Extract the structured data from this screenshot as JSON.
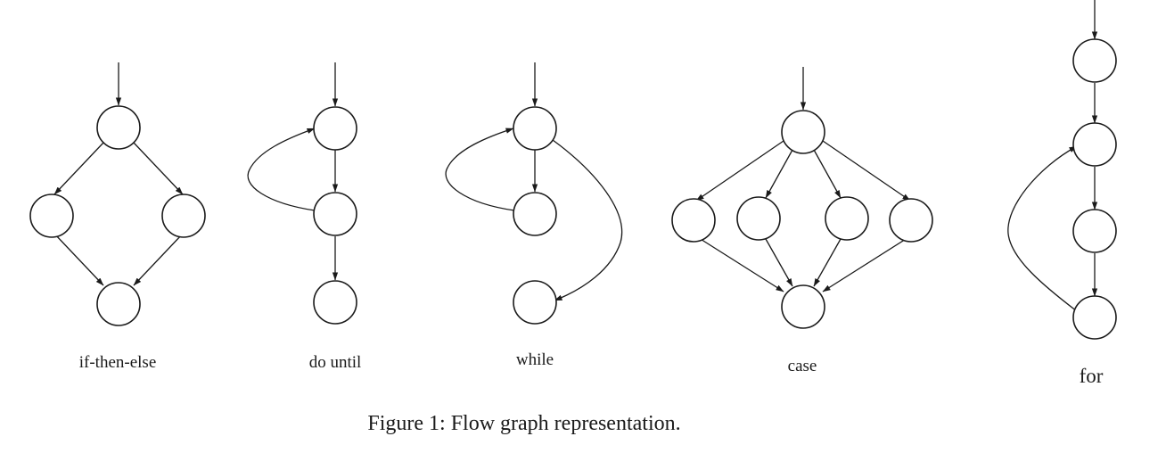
{
  "figure": {
    "caption": "Figure 1: Flow graph representation."
  },
  "graphs": [
    {
      "id": "if-then-else",
      "label": "if-then-else"
    },
    {
      "id": "do-until",
      "label": "do until"
    },
    {
      "id": "while",
      "label": "while"
    },
    {
      "id": "case",
      "label": "case"
    },
    {
      "id": "for",
      "label": "for"
    }
  ]
}
